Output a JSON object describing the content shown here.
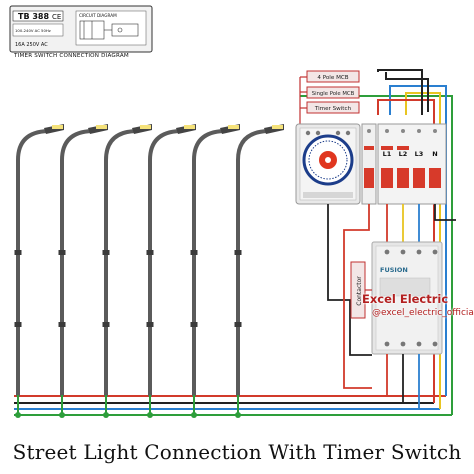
{
  "colors": {
    "phase_l1": "#d23a2b",
    "phase_l2": "#e8c521",
    "phase_l3": "#2a7fd0",
    "neutral": "#222222",
    "earth": "#2e9e3b",
    "pole": "#5b5b5b",
    "lamp_glow": "#f5e27a",
    "timer_red": "#e0361f",
    "label_bg": "#f3e6e6",
    "label_border": "#c23030"
  },
  "spec_box": {
    "model": "TB 388",
    "circuit_title": "CIRCUIT DIAGRAM",
    "voltage": "100-240V AC 50Hz",
    "rating": "16A  250V  AC",
    "caption": "TIMER SWITCH CONNECTION DIAGRAM"
  },
  "device_labels": {
    "mcb4": "4 Pole MCB",
    "mcb1": "Single Pole MCB",
    "timer": "Timer Switch",
    "contactor": "Contactor"
  },
  "terminals": [
    "L1",
    "L2",
    "L3",
    "N"
  ],
  "contactor_brand": "FUSION",
  "watermark": {
    "brand": "Excel Electric",
    "handle": "@excel_electric_official"
  },
  "title": "Street Light Connection With Timer Switch"
}
